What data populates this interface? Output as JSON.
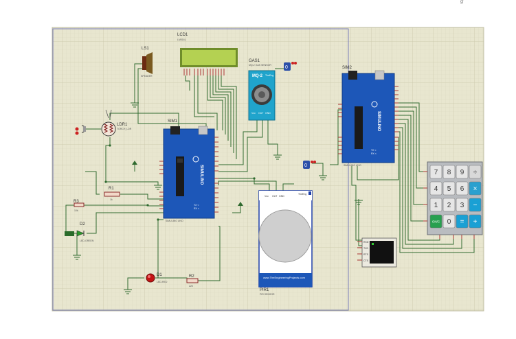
{
  "corner_mark": "g",
  "colors": {
    "sheet": "#e8e6cf",
    "grid": "#d4d2b8",
    "frame": "#7a7fb8",
    "wire": "#2f6a2f",
    "arduino": "#1d57b8",
    "lcd": "#a9c94a",
    "sensor": "#22a0c8"
  },
  "components": {
    "lcd": {
      "ref": "LCD1",
      "part": "LM016L"
    },
    "speaker": {
      "ref": "LS1",
      "part": "SPEAKER"
    },
    "gas": {
      "ref": "GAS1",
      "part": "MQ-2 GAS SENSOR",
      "face": "MQ-2",
      "tag": "TheEng",
      "pins": [
        "Vcc",
        "OUT",
        "GND"
      ]
    },
    "ldr": {
      "ref": "LDR1",
      "part": "TORCH_LDR"
    },
    "sim1": {
      "ref": "SIM1",
      "part": "SIMULINO UNO",
      "brand": "SIMULINO",
      "tx": "TX <",
      "rx": "RX <"
    },
    "sim2": {
      "ref": "SIM2",
      "part": "SIMULINO UNO",
      "brand": "SIMULINO",
      "tx": "TX <",
      "rx": "RX <"
    },
    "r1": {
      "ref": "R1",
      "value": "1k"
    },
    "r2": {
      "ref": "R2",
      "value": "220"
    },
    "r3": {
      "ref": "R3",
      "value": "10k"
    },
    "d1": {
      "ref": "D1",
      "part": "LED-RED"
    },
    "d2": {
      "ref": "D2",
      "part": "LED-GREEN"
    },
    "pir": {
      "ref": "PIR1",
      "part": "PIR SENSOR",
      "pins": [
        "Vcc",
        "OUT",
        "GND"
      ],
      "tag": "TheEng",
      "url": "www.TheEngineeringProjects.com"
    },
    "terminal": {
      "pins": [
        "RXD",
        "TXD",
        "RTS",
        "CTS"
      ]
    },
    "probe_a": {
      "label": "0"
    },
    "probe_b": {
      "label": "0"
    }
  },
  "keypad": {
    "keys": [
      "7",
      "8",
      "9",
      "÷",
      "4",
      "5",
      "6",
      "×",
      "1",
      "2",
      "3",
      "−",
      "ON/C",
      "0",
      "=",
      "+"
    ]
  }
}
